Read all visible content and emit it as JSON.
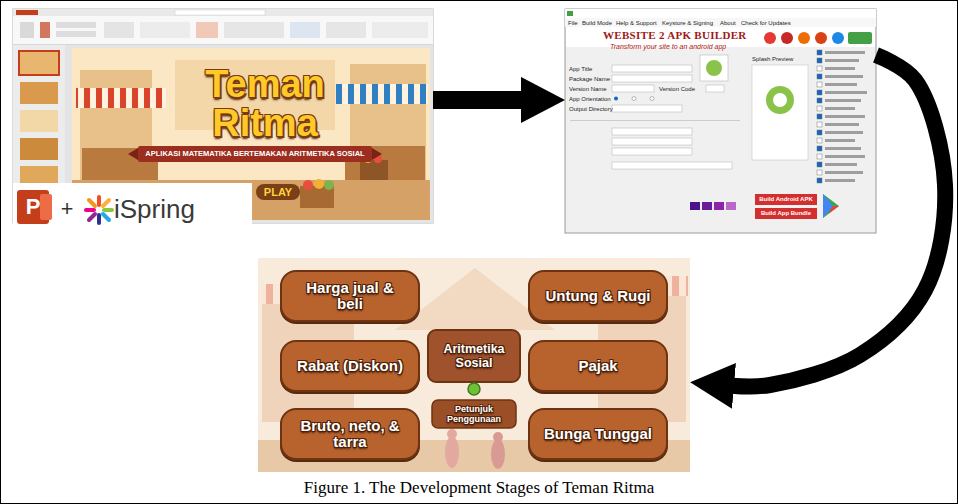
{
  "diagram": {
    "caption": "Figure 1. The Development Stages of Teman Ritma",
    "nodes": [
      {
        "text": [
          "Teman Ritma",
          "APLIKASI MATEMATIKA BERTEMAKAN ARITMETIKA SOSIAL",
          "PLAY"
        ]
      },
      {
        "text": [
          "File",
          "Build Mode",
          "Help & Support",
          "Keystore & Signing",
          "About",
          "Check for Updates",
          "WEBSITE 2 APK BUILDER",
          "Transform your site to an android app",
          "App Title",
          "Package Name",
          "Version Name",
          "Version Code",
          "App Orientation",
          "Output Directory",
          "Splash Preview",
          "Build Android APK",
          "Build App Bundle"
        ]
      },
      {
        "text": [
          "Aritmetika Sosial",
          "Petunjuk Penggunaan"
        ]
      },
      {
        "text": [
          "Harga jual & beli"
        ],
        "in": 2
      },
      {
        "text": [
          "Untung & Rugi"
        ],
        "in": 2
      },
      {
        "text": [
          "Rabat (Diskon)"
        ],
        "in": 2
      },
      {
        "text": [
          "Pajak"
        ],
        "in": 2
      },
      {
        "text": [
          "Bruto, neto, & tarra"
        ],
        "in": 2
      },
      {
        "text": [
          "Bunga Tunggal"
        ],
        "in": 2
      }
    ],
    "edges": [
      {
        "from": 0,
        "to": 1,
        "arrow": "to"
      },
      {
        "from": 1,
        "to": 2,
        "arrow": "to"
      }
    ],
    "labels": [
      "P",
      "+",
      "iSpring"
    ]
  }
}
